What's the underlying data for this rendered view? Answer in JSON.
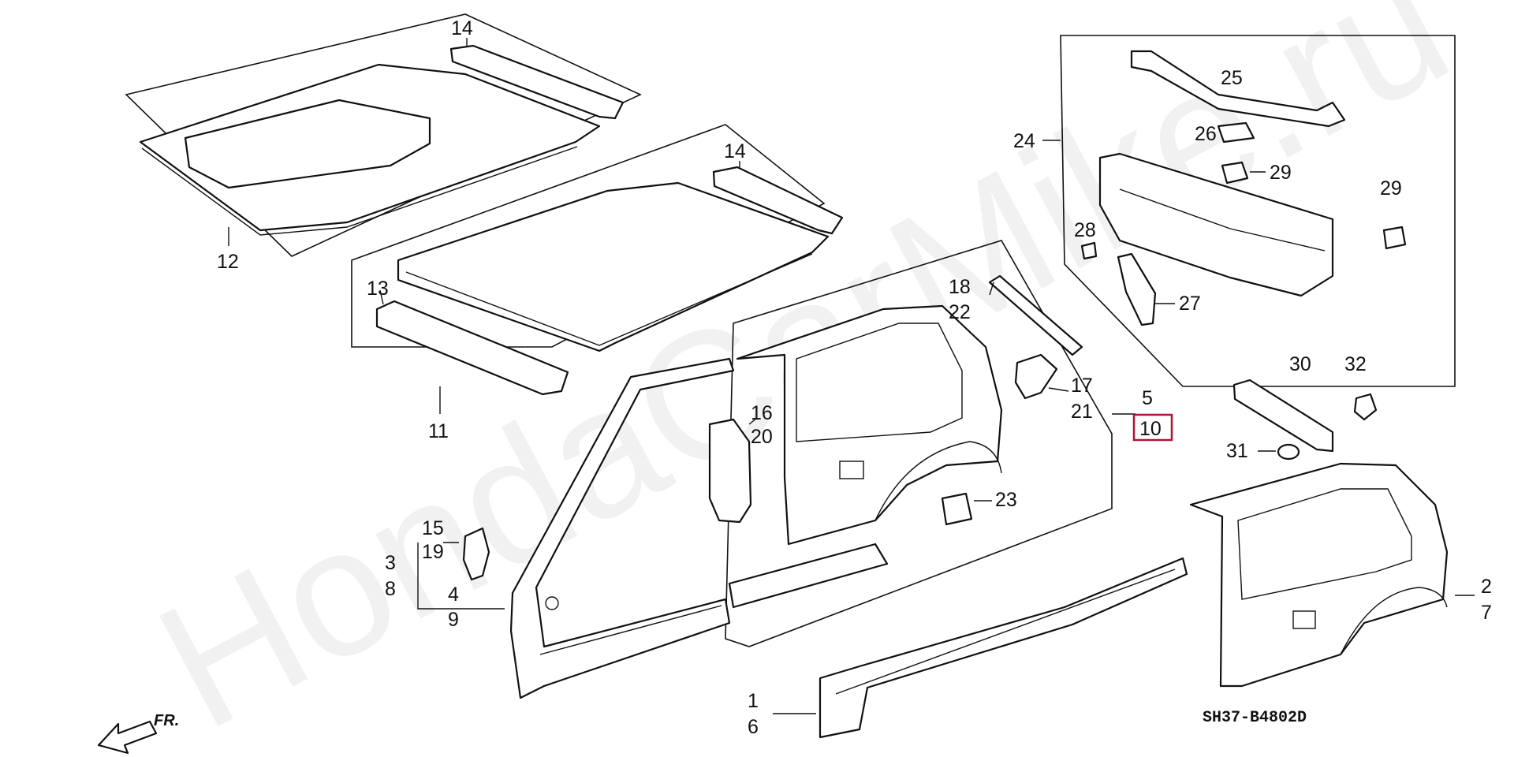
{
  "diagram": {
    "watermark": "HondaCarMike.ru",
    "code": "SH37-B4802D",
    "front_marker": "FR.",
    "highlighted_part": "10",
    "labels": {
      "l1": "1",
      "l2": "2",
      "l3": "3",
      "l4": "4",
      "l5": "5",
      "l6": "6",
      "l7": "7",
      "l8": "8",
      "l9": "9",
      "l10": "10",
      "l11": "11",
      "l12": "12",
      "l13": "13",
      "l14a": "14",
      "l14b": "14",
      "l15": "15",
      "l16": "16",
      "l17": "17",
      "l18": "18",
      "l19": "19",
      "l20": "20",
      "l21": "21",
      "l22": "22",
      "l23": "23",
      "l24": "24",
      "l25": "25",
      "l26": "26",
      "l27": "27",
      "l28": "28",
      "l29a": "29",
      "l29b": "29",
      "l30": "30",
      "l31": "31",
      "l32": "32"
    }
  }
}
